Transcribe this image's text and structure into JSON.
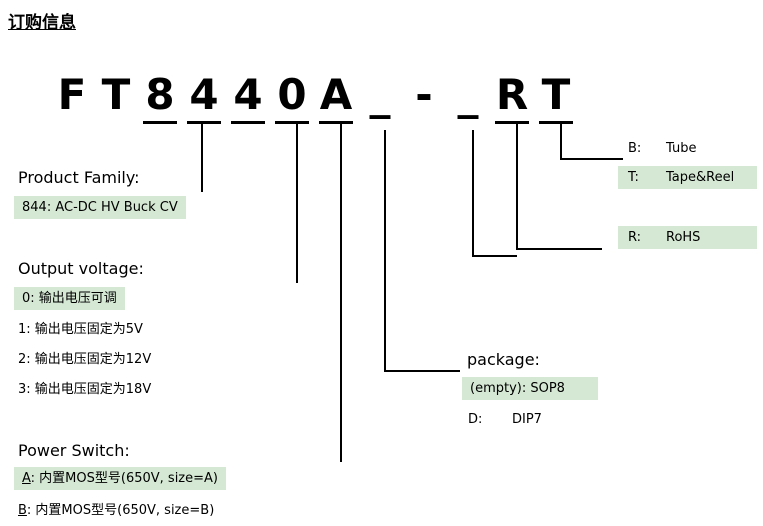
{
  "title": "订购信息",
  "part_number": {
    "full": "FT8440A_-_RT",
    "chars": [
      "F",
      "T",
      "8",
      "4",
      "4",
      "0",
      "A",
      "_",
      "-",
      "_",
      "R",
      "T"
    ]
  },
  "product_family": {
    "label": "Product Family:",
    "option": "844: AC-DC HV Buck CV"
  },
  "output_voltage": {
    "label": "Output voltage:",
    "options": [
      "0: 输出电压可调",
      "1: 输出电压固定为5V",
      "2: 输出电压固定为12V",
      "3: 输出电压固定为18V"
    ]
  },
  "power_switch": {
    "label": "Power Switch:",
    "options": [
      {
        "key": "A",
        "rest": ": 内置MOS型号(650V, size=A)"
      },
      {
        "key": "B",
        "rest": ": 内置MOS型号(650V, size=B)"
      }
    ]
  },
  "package": {
    "label": "package:",
    "option_sop8": "(empty): SOP8",
    "option_dip7": {
      "key": "D:",
      "value": "DIP7"
    }
  },
  "packing": {
    "tube": {
      "key": "B:",
      "value": "Tube"
    },
    "tape_reel": {
      "key": "T:",
      "value": "Tape&Reel"
    }
  },
  "rohs": {
    "key": "R:",
    "value": "RoHS"
  },
  "colors": {
    "highlight": "#d5e8d4",
    "line": "#000000",
    "text": "#000000"
  }
}
